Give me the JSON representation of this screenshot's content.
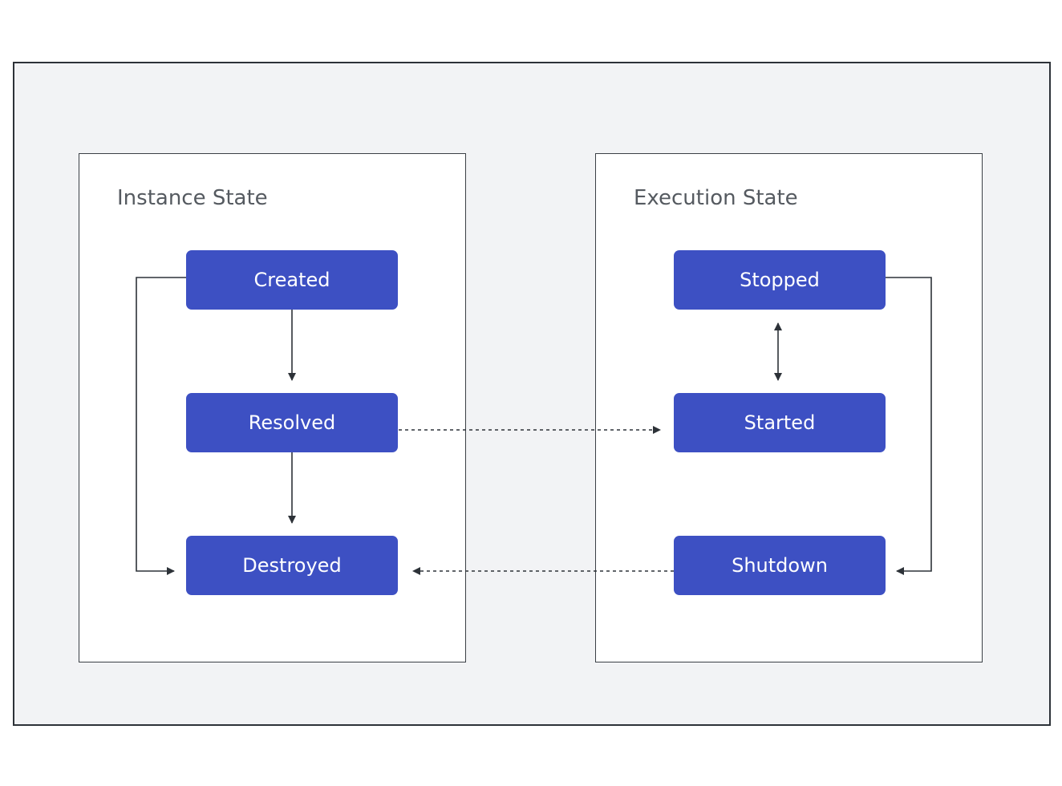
{
  "diagram": {
    "instance_state": {
      "title": "Instance State",
      "nodes": {
        "created": "Created",
        "resolved": "Resolved",
        "destroyed": "Destroyed"
      }
    },
    "execution_state": {
      "title": "Execution State",
      "nodes": {
        "stopped": "Stopped",
        "started": "Started",
        "shutdown": "Shutdown"
      }
    },
    "colors": {
      "node_fill": "#3d50c3",
      "node_text": "#ffffff",
      "frame_background": "#f2f3f5",
      "connector": "#2d3238",
      "title_text": "#555a60"
    },
    "edges": [
      {
        "from": "Created",
        "to": "Resolved",
        "style": "solid"
      },
      {
        "from": "Resolved",
        "to": "Destroyed",
        "style": "solid"
      },
      {
        "from": "Created",
        "to": "Destroyed",
        "style": "solid"
      },
      {
        "from": "Stopped",
        "to": "Started",
        "style": "solid-bidirectional"
      },
      {
        "from": "Stopped",
        "to": "Shutdown",
        "style": "solid"
      },
      {
        "from": "Resolved",
        "to": "Started",
        "style": "dotted"
      },
      {
        "from": "Shutdown",
        "to": "Destroyed",
        "style": "dotted"
      }
    ]
  }
}
